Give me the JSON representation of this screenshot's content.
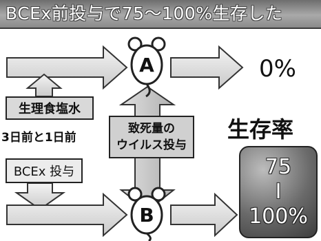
{
  "title": "BCEx前投与で75～100%生存した",
  "top_left_box": "生理食塩水",
  "center_box_lines": [
    "致死量の",
    "ウイルス投与"
  ],
  "days_label": "3日前と1日前",
  "bottom_left_box": "BCEx 投与",
  "mouse_a_label": "A",
  "mouse_b_label": "B",
  "result_a": "0%",
  "survival_heading": "生存率",
  "survival_values": [
    "75",
    "I",
    "100%"
  ],
  "colors": {
    "arrow_fill": "#e8e8e8",
    "arrow_stroke": "#333333",
    "box_fill": "#dcdcdc"
  }
}
